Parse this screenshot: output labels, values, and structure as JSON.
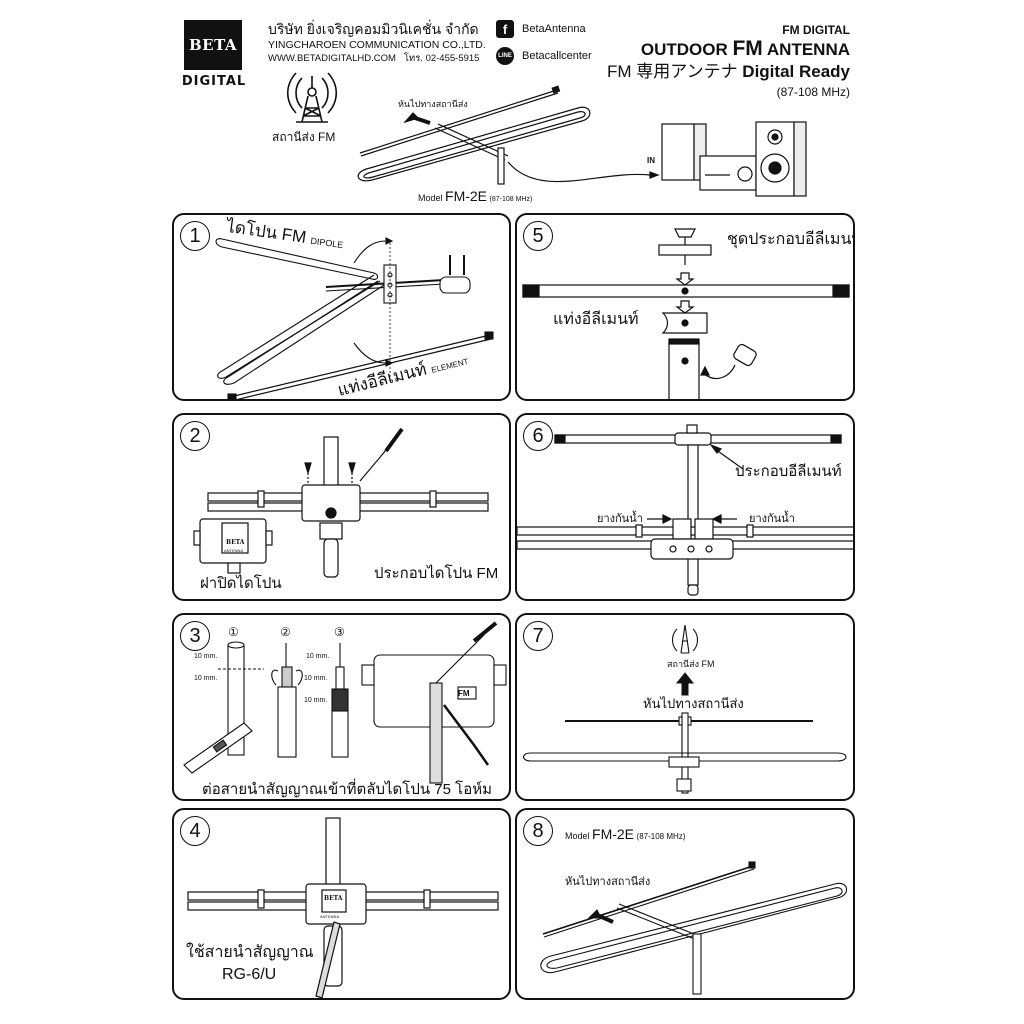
{
  "header": {
    "logo_text": "BETA",
    "logo_sub": "DIGITAL",
    "company_th": "บริษัท ยิ่งเจริญคอมมิวนิเคชั่น จำกัด",
    "company_en": "YINGCHAROEN COMMUNICATION CO.,LTD.",
    "website": "WWW.BETADIGITALHD.COM",
    "phone": "โทร. 02-455-5915",
    "social": [
      {
        "icon": "facebook-icon",
        "glyph": "f",
        "label": "BetaAntenna"
      },
      {
        "icon": "line-icon",
        "glyph": "LINE",
        "label": "Betacallcenter"
      }
    ],
    "title_small": "FM DIGITAL",
    "title_main_pre": "OUTDOOR ",
    "title_main_fm": "FM",
    "title_main_post": " ANTENNA",
    "title_jp_pre": "FM 専用アンテナ ",
    "title_jp_bold": "Digital Ready",
    "freq": "(87-108 MHz)"
  },
  "hero": {
    "tower_label": "สถานีส่ง FM",
    "face_label": "หันไปทางสถานีส่ง",
    "model_prefix": "Model ",
    "model_name": "FM-2E",
    "model_freq": "(87-108 MHz)",
    "in_label": "IN"
  },
  "steps": [
    {
      "number": "1",
      "labels": {
        "dipole": "ไดโปน FM",
        "dipole_en": "DIPOLE",
        "element": "แท่งอีลีเมนท์",
        "element_en": "ELEMENT"
      }
    },
    {
      "number": "2",
      "labels": {
        "assemble": "ประกอบไดโปน FM",
        "cover": "ฝาปิดไดโปน",
        "box_brand": "BETA",
        "box_sub": "ANTENNA"
      }
    },
    {
      "number": "3",
      "labels": {
        "caption": "ต่อสายนำสัญญาณเข้าที่ตลับไดโปน 75 โอห์ม",
        "sub1": "①",
        "sub2": "②",
        "sub3": "③",
        "mm": "10 mm.",
        "fm_tag": "FM"
      }
    },
    {
      "number": "4",
      "labels": {
        "cable": "ใช้สายนำสัญญาณ",
        "cable_type": "RG-6/U",
        "box_brand": "BETA",
        "box_sub": "ANTENNA"
      }
    },
    {
      "number": "5",
      "labels": {
        "set": "ชุดประกอบอีลีเมนท์",
        "element": "แท่งอีลีเมนท์"
      }
    },
    {
      "number": "6",
      "labels": {
        "assemble": "ประกอบอีลีเมนท์",
        "seal_left": "ยางกันน้ำ",
        "seal_right": "ยางกันน้ำ"
      }
    },
    {
      "number": "7",
      "labels": {
        "tower": "สถานีส่ง FM",
        "face": "หันไปทางสถานีส่ง"
      }
    },
    {
      "number": "8",
      "labels": {
        "model_prefix": "Model ",
        "model_name": "FM-2E",
        "model_freq": "(87-108 MHz)",
        "face": "หันไปทางสถานีส่ง"
      }
    }
  ]
}
